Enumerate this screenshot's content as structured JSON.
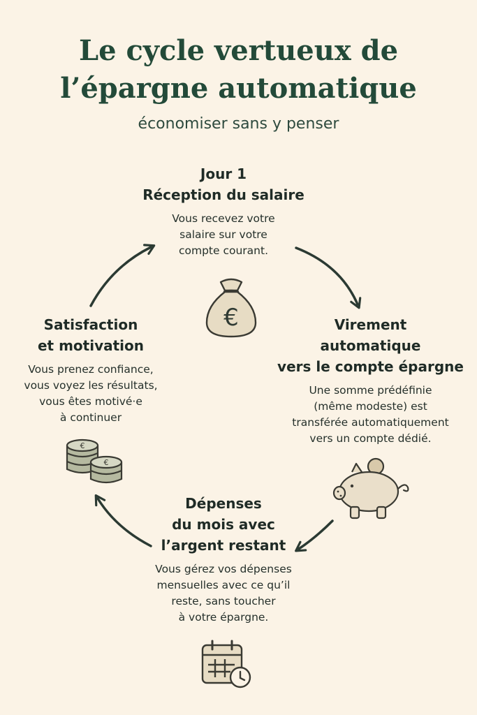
{
  "header": {
    "title_line1": "Le cycle vertueux de",
    "title_line2": "l’épargne automatique",
    "subtitle": "économiser sans y penser"
  },
  "steps": [
    {
      "title_lines": [
        "Jour 1",
        "Réception du salaire"
      ],
      "desc_lines": [
        "Vous recevez votre",
        "salaire sur votre",
        "compte courant."
      ],
      "icon": "money-bag-euro-icon"
    },
    {
      "title_lines": [
        "Virement",
        "automatique",
        "vers le compte épargne"
      ],
      "desc_lines": [
        "Une somme prédéfinie",
        "(même modeste) est",
        "transférée automatiquement",
        "vers un compte dédié."
      ],
      "icon": "piggy-bank-icon"
    },
    {
      "title_lines": [
        "Dépenses",
        "du mois avec",
        "l’argent restant"
      ],
      "desc_lines": [
        "Vous gérez vos dépenses",
        "mensuelles avec ce qu’il",
        "reste, sans toucher",
        "à votre épargne."
      ],
      "icon": "calendar-clock-icon"
    },
    {
      "title_lines": [
        "Satisfaction",
        "et motivation"
      ],
      "desc_lines": [
        "Vous prenez confiance,",
        "vous voyez les résultats,",
        "vous êtes motivé·e",
        "à continuer"
      ],
      "icon": "coin-stack-icon"
    }
  ],
  "colors": {
    "background": "#fbf3e6",
    "title": "#234a39",
    "arrow": "#2b3a33",
    "icon_fill": "#e7dcc4",
    "icon_stroke": "#3a3a33",
    "coin_fill": "#b5b9a0"
  }
}
